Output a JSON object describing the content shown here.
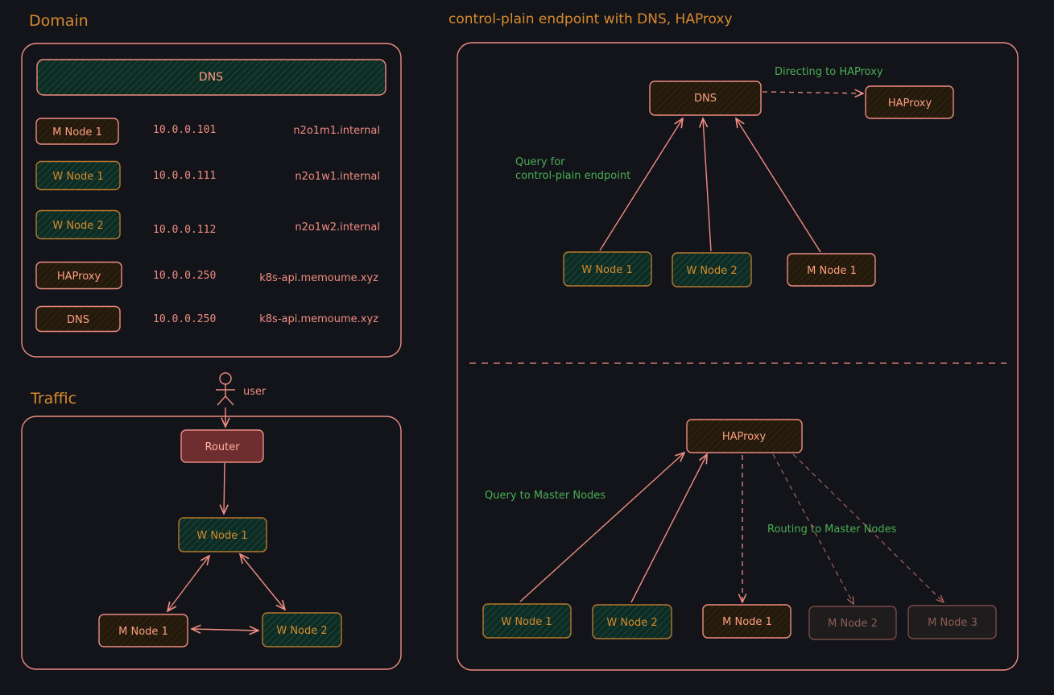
{
  "colors": {
    "background": "#121419",
    "frame": "#f08c82",
    "heading": "#d88a2e",
    "green_note": "#4cad55",
    "master_text": "#ff9e80",
    "worker_text": "#d48a2c",
    "master_fill": "#261a0c",
    "worker_fill": "#0e2b24",
    "router_fill": "#6e2e30",
    "router_text": "#ffb0a0",
    "dim_text": "#8a5f55",
    "dim_fill": "#1f1c1e"
  },
  "domain": {
    "heading": "Domain",
    "dns_bar": "DNS",
    "rows": [
      {
        "label": "M Node 1",
        "ip": "10.0.0.101",
        "host": "n2o1m1.internal",
        "kind": "master"
      },
      {
        "label": "W Node 1",
        "ip": "10.0.0.111",
        "host": "n2o1w1.internal",
        "kind": "worker"
      },
      {
        "label": "W Node 2",
        "ip": "10.0.0.112",
        "host": "n2o1w2.internal",
        "kind": "worker"
      },
      {
        "label": "HAProxy",
        "ip": "10.0.0.250",
        "host": "k8s-api.memoume.xyz",
        "kind": "master"
      },
      {
        "label": "DNS",
        "ip": "10.0.0.250",
        "host": "k8s-api.memoume.xyz",
        "kind": "master"
      }
    ]
  },
  "traffic": {
    "heading": "Traffic",
    "user_label": "user",
    "router": "Router",
    "w_node_1": "W Node 1",
    "m_node_1": "M Node 1",
    "w_node_2": "W Node 2"
  },
  "control_plane": {
    "heading": "control-plain endpoint with DNS, HAProxy",
    "top": {
      "dns": "DNS",
      "haproxy": "HAProxy",
      "directing_note": "Directing to HAProxy",
      "query_note_line1": "Query for",
      "query_note_line2": "control-plain endpoint",
      "w_node_1": "W Node 1",
      "w_node_2": "W Node 2",
      "m_node_1": "M Node 1"
    },
    "bottom": {
      "haproxy": "HAProxy",
      "query_note": "Query to Master Nodes",
      "routing_note": "Routing to Master Nodes",
      "w_node_1": "W Node 1",
      "w_node_2": "W Node 2",
      "m_node_1": "M Node 1",
      "m_node_2": "M Node 2",
      "m_node_3": "M Node 3"
    }
  }
}
